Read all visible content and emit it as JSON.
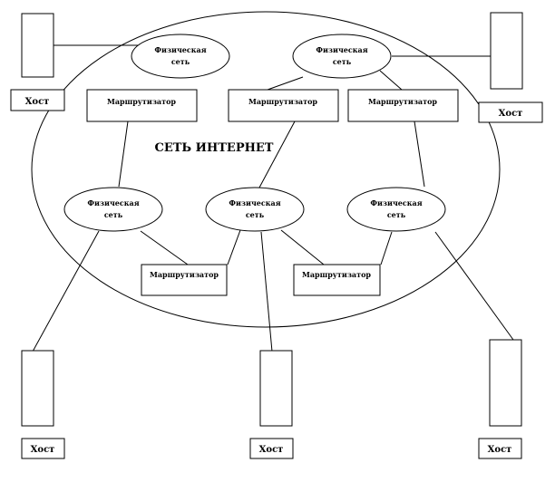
{
  "diagram": {
    "title": "СЕТЬ ИНТЕРНЕТ",
    "physical_network": {
      "line1": "Физическая",
      "line2": "сеть"
    },
    "router_label": "Маршрутизатор",
    "host_label": "Хост",
    "networks": [
      {
        "id": "net-top-left"
      },
      {
        "id": "net-top-right"
      },
      {
        "id": "net-mid-left"
      },
      {
        "id": "net-mid-center"
      },
      {
        "id": "net-mid-right"
      }
    ],
    "routers": [
      {
        "id": "router-top-left"
      },
      {
        "id": "router-top-center"
      },
      {
        "id": "router-top-right"
      },
      {
        "id": "router-bottom-left"
      },
      {
        "id": "router-bottom-right"
      }
    ],
    "hosts": [
      {
        "id": "host-top-left"
      },
      {
        "id": "host-top-right"
      },
      {
        "id": "host-bottom-left"
      },
      {
        "id": "host-bottom-center"
      },
      {
        "id": "host-bottom-right"
      }
    ]
  }
}
